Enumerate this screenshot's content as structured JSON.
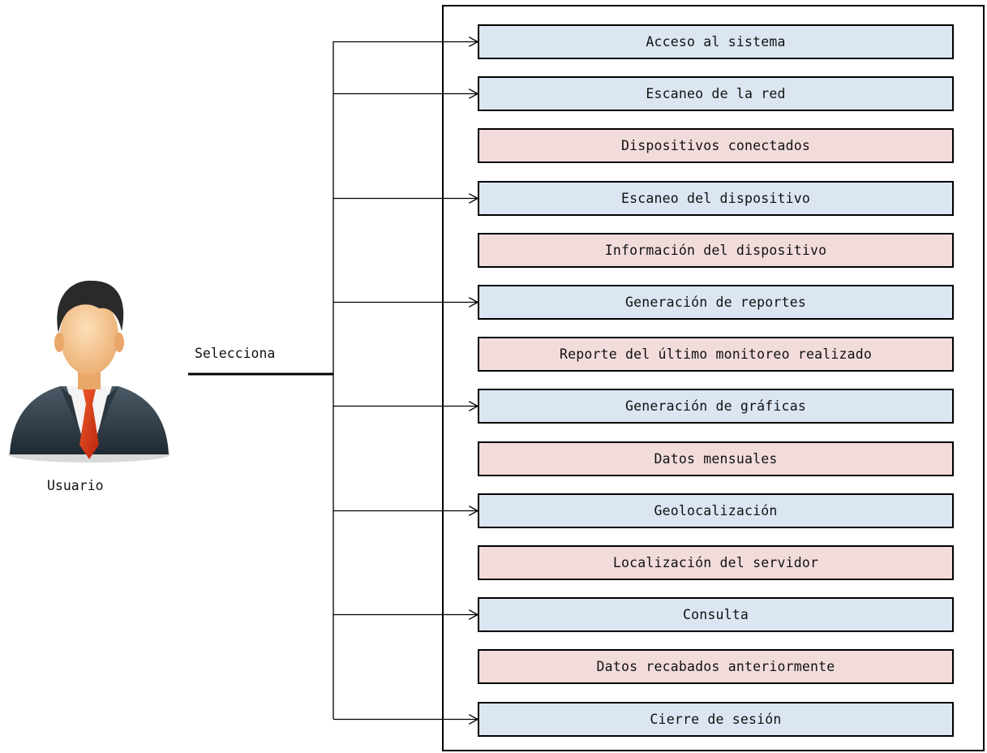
{
  "actor": {
    "label": "Usuario",
    "icon": "user-businessman-icon"
  },
  "edge_label": "Selecciona",
  "options": [
    {
      "label": "Acceso al sistema",
      "kind": "action"
    },
    {
      "label": "Escaneo de la red",
      "kind": "action"
    },
    {
      "label": "Dispositivos conectados",
      "kind": "result"
    },
    {
      "label": "Escaneo del dispositivo",
      "kind": "action"
    },
    {
      "label": "Información del dispositivo",
      "kind": "result"
    },
    {
      "label": "Generación de reportes",
      "kind": "action"
    },
    {
      "label": "Reporte del último monitoreo realizado",
      "kind": "result"
    },
    {
      "label": "Generación de gráficas",
      "kind": "action"
    },
    {
      "label": "Datos mensuales",
      "kind": "result"
    },
    {
      "label": "Geolocalización",
      "kind": "action"
    },
    {
      "label": "Localización del servidor",
      "kind": "result"
    },
    {
      "label": "Consulta",
      "kind": "action"
    },
    {
      "label": "Datos recabados anteriormente",
      "kind": "result"
    },
    {
      "label": "Cierre de sesión",
      "kind": "action"
    }
  ],
  "colors": {
    "action_fill": "#dce6f2",
    "result_fill": "#f2dcdb",
    "stroke": "#000000"
  }
}
